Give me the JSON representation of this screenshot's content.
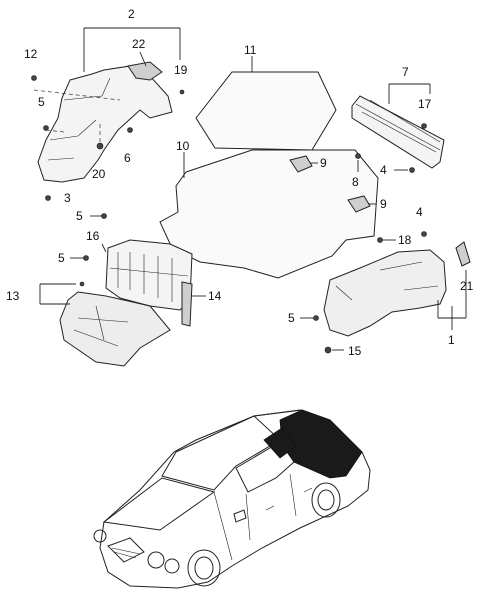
{
  "callouts": {
    "c1": "1",
    "c2": "2",
    "c3": "3",
    "c4a": "4",
    "c4b": "4",
    "c5a": "5",
    "c5b": "5",
    "c5c": "5",
    "c5d": "5",
    "c6": "6",
    "c7": "7",
    "c8": "8",
    "c9a": "9",
    "c9b": "9",
    "c10": "10",
    "c11": "11",
    "c12": "12",
    "c13": "13",
    "c14": "14",
    "c15": "15",
    "c16": "16",
    "c17": "17",
    "c18": "18",
    "c19": "19",
    "c20": "20",
    "c21": "21",
    "c22": "22"
  }
}
